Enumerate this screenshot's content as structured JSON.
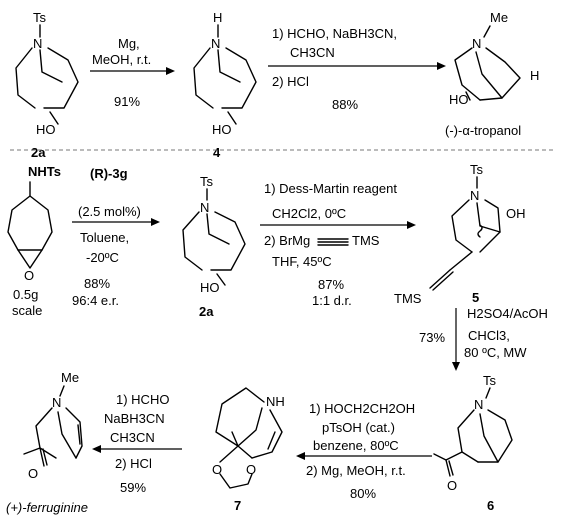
{
  "top_scheme": {
    "sm_label": "2a",
    "sm_ts": "Ts",
    "sm_n": "N",
    "sm_oh": "HO",
    "step1": {
      "reagent": "Mg,",
      "conditions": "MeOH, r.t.",
      "yield": "91%"
    },
    "int_label": "4",
    "int_h": "H",
    "int_n": "N",
    "int_oh": "HO",
    "step2": {
      "line1": "1) HCHO, NaBH3CN,",
      "line2": "CH3CN",
      "line3": "2) HCl",
      "yield": "88%"
    },
    "prod_me": "Me",
    "prod_n": "N",
    "prod_h": "H",
    "prod_oh": "HO",
    "prod_label": "(-)-α-tropanol"
  },
  "bottom_scheme": {
    "sm_nhts": "NHTs",
    "sm_scale_1": "0.5g",
    "sm_scale_2": "scale",
    "cat_step": {
      "catalyst": "(R)-3g",
      "loading": "(2.5 mol%)",
      "solvent": "Toluene,",
      "temp": "-20ºC",
      "yield": "88%",
      "er": "96:4 e.r."
    },
    "a2_ts": "Ts",
    "a2_n": "N",
    "a2_oh": "HO",
    "a2_label": "2a",
    "dm_step": {
      "line1": "1) Dess-Martin reagent",
      "line2": "CH2Cl2, 0ºC",
      "line3_a": "2) BrMg",
      "line3_b": "TMS",
      "line4": "THF, 45ºC",
      "yield": "87%",
      "dr": "1:1 d.r."
    },
    "c5_ts": "Ts",
    "c5_n": "N",
    "c5_oh": "OH",
    "c5_tms": "TMS",
    "c5_label": "5",
    "down_step": {
      "line1": "H2SO4/AcOH",
      "line2": "CHCl3,",
      "line3": "80 ºC, MW",
      "yield": "73%"
    },
    "c6_ts": "Ts",
    "c6_n": "N",
    "c6_o": "O",
    "c6_label": "6",
    "ket_step": {
      "line1": "1) HOCH2CH2OH",
      "line2": "pTsOH (cat.)",
      "line3": "benzene, 80ºC",
      "line4": "2) Mg, MeOH, r.t.",
      "yield": "80%"
    },
    "c7_nh": "NH",
    "c7_o1": "O",
    "c7_o2": "O",
    "c7_label": "7",
    "fin_step": {
      "line1": "1) HCHO",
      "line2": "NaBH3CN",
      "line3": "CH3CN",
      "line4": "2) HCl",
      "yield": "59%"
    },
    "fin_me": "Me",
    "fin_n": "N",
    "fin_o": "O",
    "fin_label": "(+)-ferruginine"
  }
}
